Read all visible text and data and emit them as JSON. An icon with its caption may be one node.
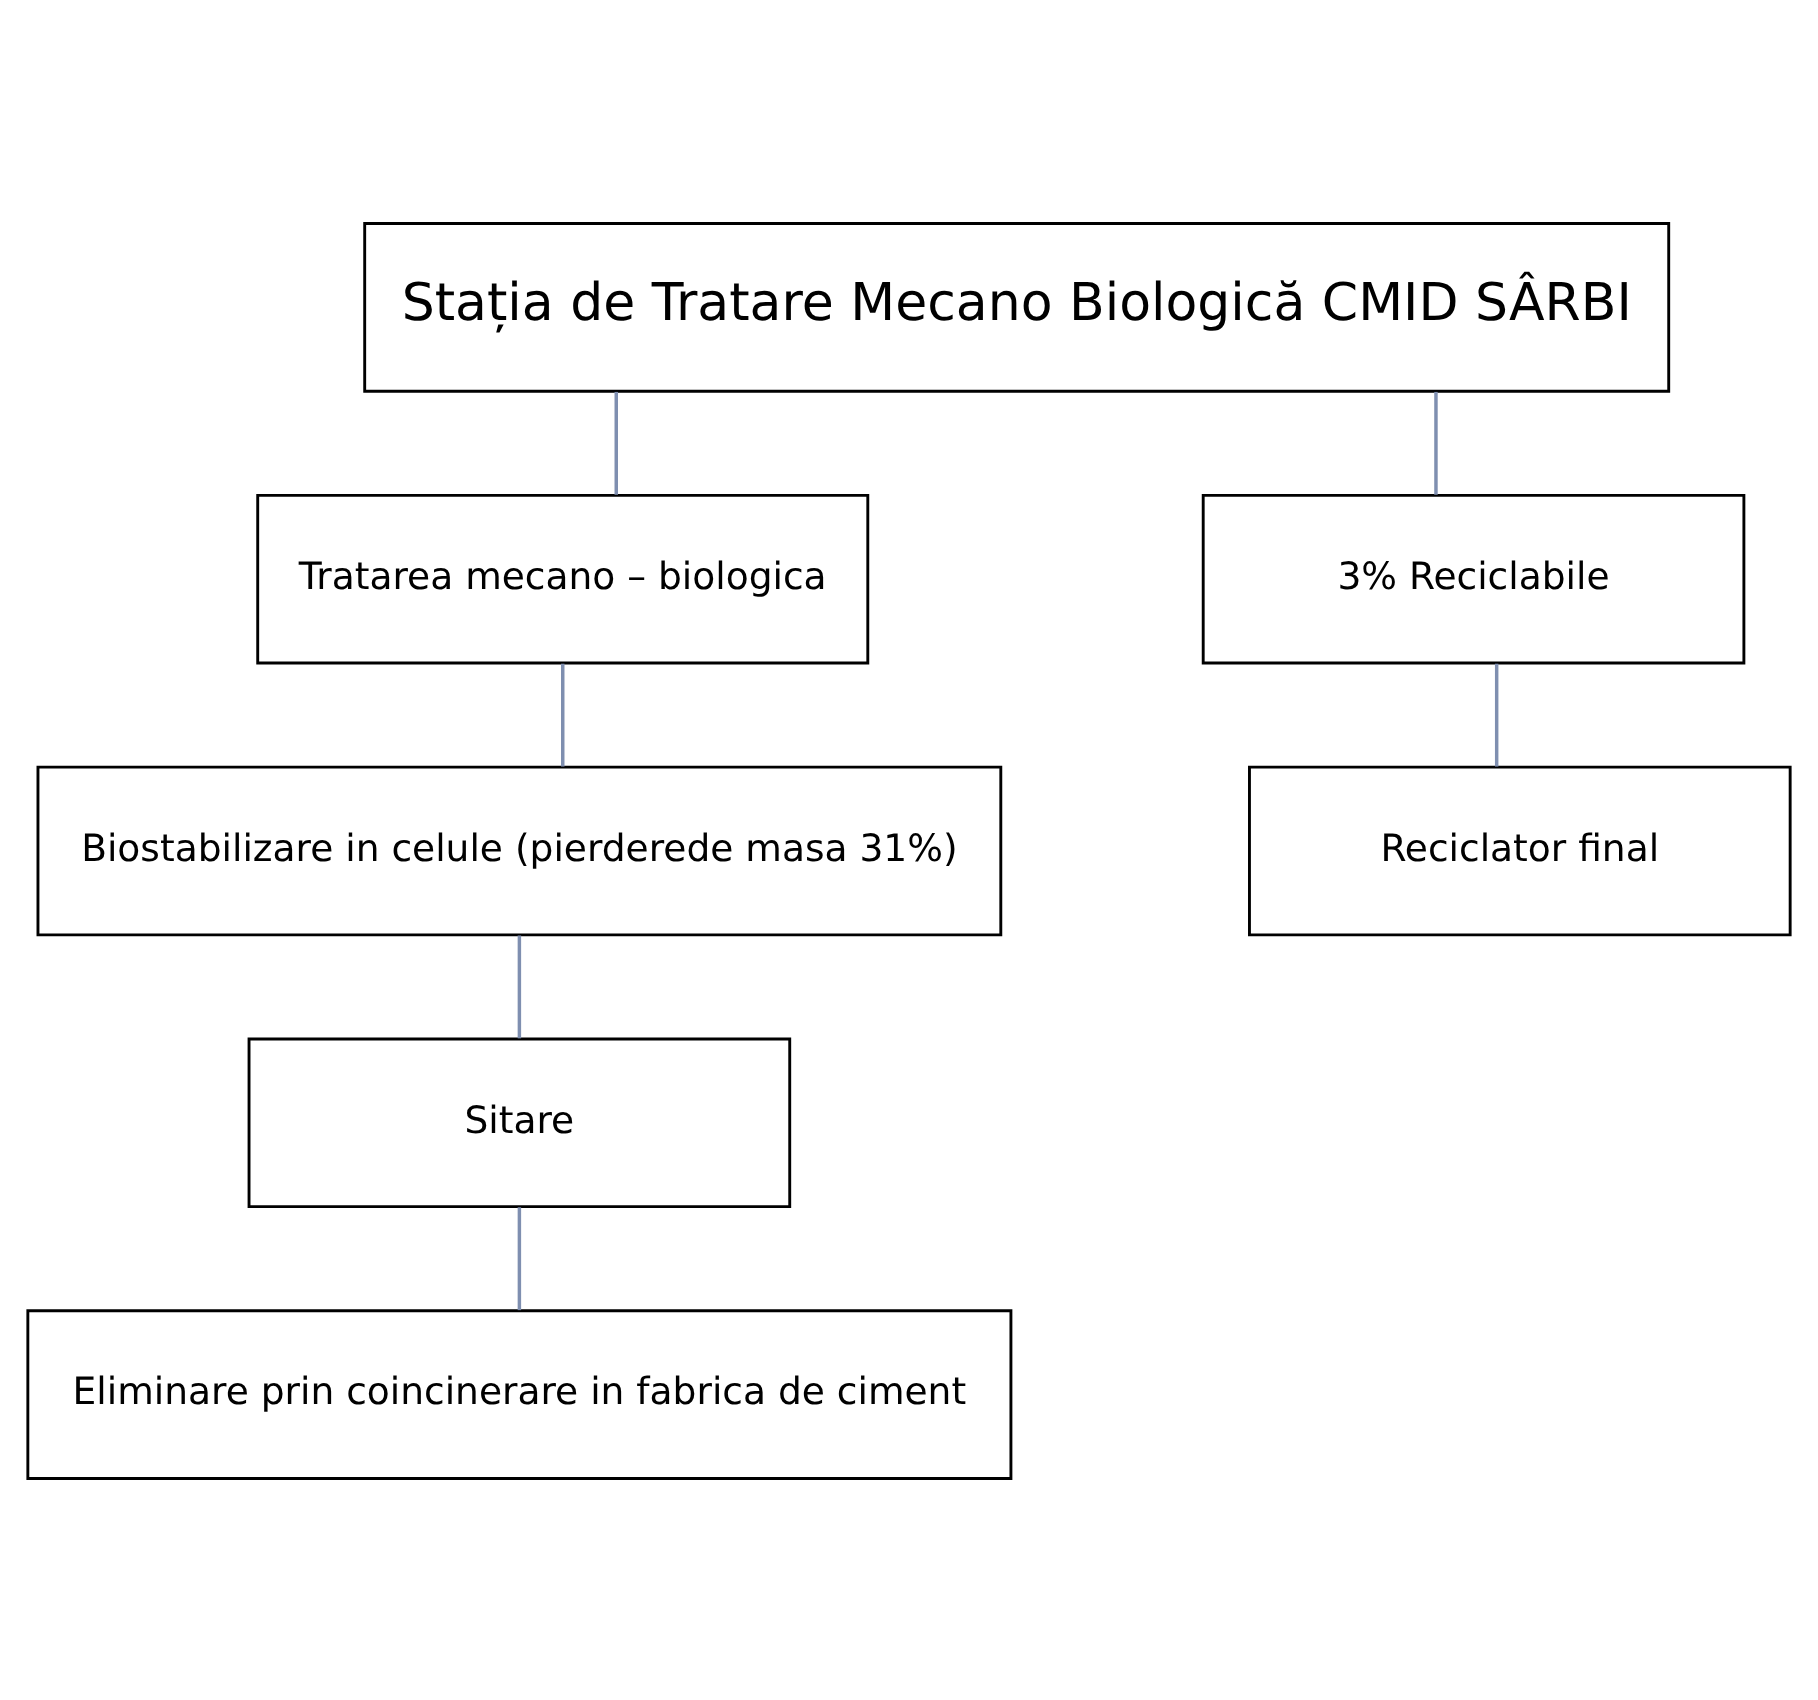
{
  "diagram": {
    "nodes": [
      {
        "text": [
          "Stația de Tratare Mecano Biologică CMID SÂRBI"
        ]
      },
      {
        "text": [
          "Tratarea mecano – biologica"
        ]
      },
      {
        "text": [
          "3% Reciclabile"
        ]
      },
      {
        "text": [
          "Biostabilizare in celule (pierderede masa 31%)"
        ]
      },
      {
        "text": [
          "Reciclator final"
        ]
      },
      {
        "text": [
          "Sitare"
        ]
      },
      {
        "text": [
          "Eliminare prin coincinerare in fabrica de ciment"
        ]
      }
    ],
    "edges": [
      {
        "from": 0,
        "to": 1,
        "arrow": "none"
      },
      {
        "from": 0,
        "to": 2,
        "arrow": "none"
      },
      {
        "from": 1,
        "to": 3,
        "arrow": "none"
      },
      {
        "from": 2,
        "to": 4,
        "arrow": "none"
      },
      {
        "from": 3,
        "to": 5,
        "arrow": "none"
      },
      {
        "from": 5,
        "to": 6,
        "arrow": "none"
      }
    ]
  }
}
